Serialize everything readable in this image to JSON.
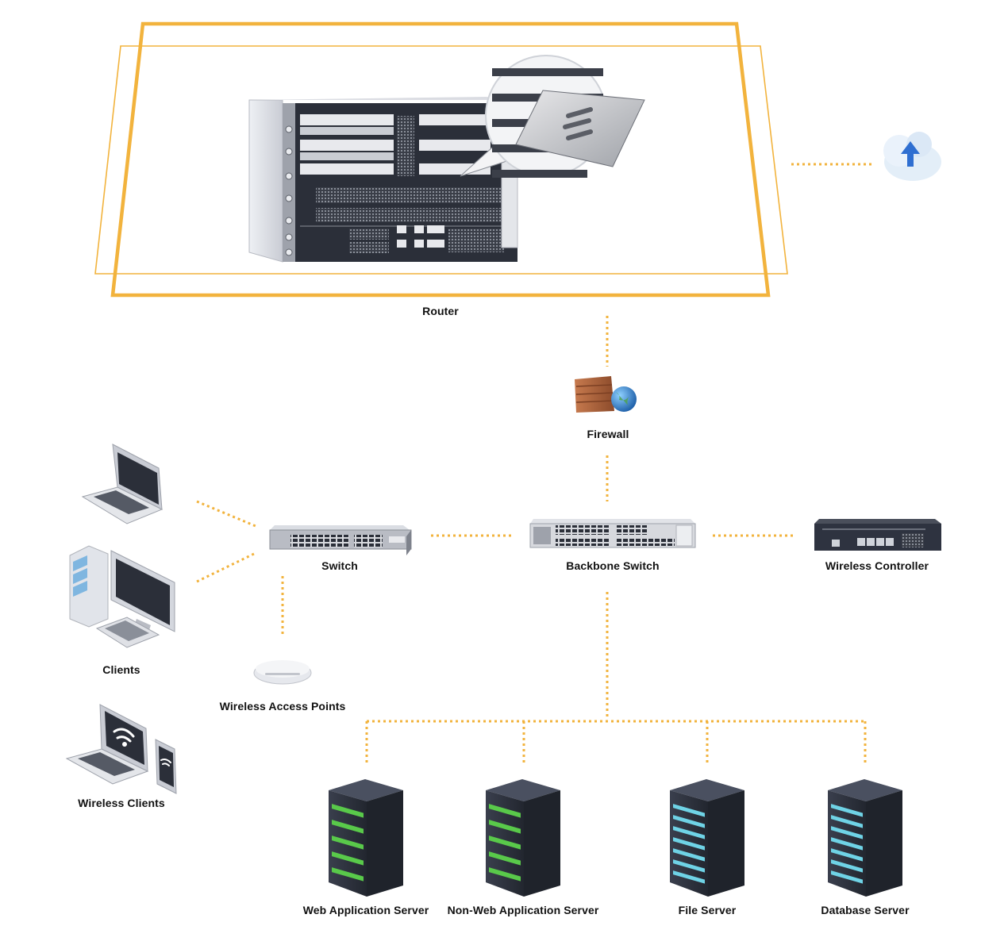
{
  "labels": {
    "router": "Router",
    "firewall": "Firewall",
    "switch": "Switch",
    "backbone_switch": "Backbone Switch",
    "wireless_controller": "Wireless Controller",
    "clients": "Clients",
    "wireless_access_points": "Wireless Access Points",
    "wireless_clients": "Wireless Clients",
    "web_app_server": "Web Application Server",
    "non_web_app_server": "Non-Web Application Server",
    "file_server": "File Server",
    "database_server": "Database Server"
  },
  "colors": {
    "connector": "#F2B33D",
    "frame": "#F2B33D",
    "label": "#111111",
    "device_dark": "#2E3340",
    "device_light": "#D9DCE3",
    "server_green": "#59C94A",
    "server_cyan": "#6FD3E6",
    "cloud": "#E3EEF8",
    "cloud_arrow": "#2F6FD1",
    "firewall_brick": "#B3683F",
    "globe": "#3C8FD6"
  },
  "icons": {
    "router": "router-chassis-icon",
    "firewall": "firewall-globe-icon",
    "cloud": "cloud-upload-icon",
    "switch": "switch-icon",
    "backbone_switch": "backbone-switch-icon",
    "wireless_controller": "wireless-controller-icon",
    "clients": [
      "laptop-icon",
      "desktop-computer-icon"
    ],
    "wireless_access_point": "access-point-icon",
    "wireless_clients": [
      "laptop-wifi-icon",
      "tablet-wifi-icon"
    ],
    "servers": [
      "server-rack-green-icon",
      "server-rack-green-icon",
      "server-rack-cyan-icon",
      "server-rack-cyan-icon"
    ]
  }
}
